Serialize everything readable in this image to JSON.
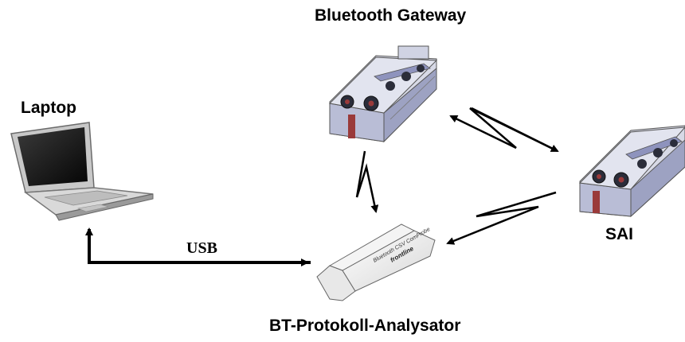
{
  "nodes": {
    "gateway": {
      "label": "Bluetooth Gateway"
    },
    "laptop": {
      "label": "Laptop"
    },
    "sai": {
      "label": "SAI"
    },
    "analyzer": {
      "label": "BT-Protokoll-Analysator",
      "stick_text_1": "Bluetooth CSV ComProbe",
      "stick_text_2": "frontline"
    }
  },
  "connections": {
    "usb": {
      "label": "USB"
    }
  },
  "colors": {
    "device_body": "#b9bdd6",
    "device_dark": "#6a6f8c",
    "device_port": "#2b2d3a",
    "device_red": "#9a3a3a",
    "line": "#000000"
  }
}
